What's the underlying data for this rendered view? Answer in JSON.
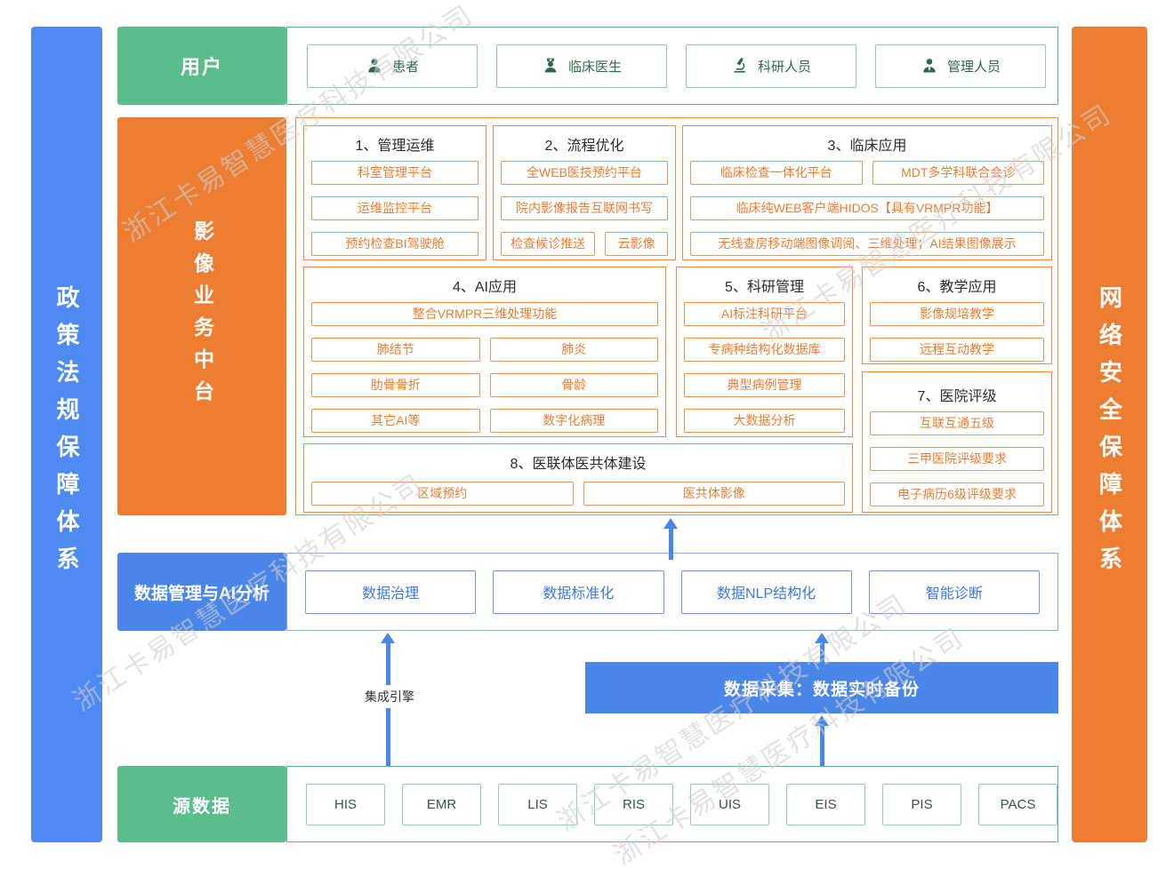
{
  "watermark": {
    "text": "浙江卡易智慧医疗科技有限公司"
  },
  "side_bars": {
    "left": "政策法规保障体系",
    "right": "网络安全保障体系"
  },
  "users": {
    "label": "用户",
    "items": [
      {
        "icon": "patient-icon",
        "label": "患者"
      },
      {
        "icon": "doctor-icon",
        "label": "临床医生"
      },
      {
        "icon": "researcher-icon",
        "label": "科研人员"
      },
      {
        "icon": "admin-icon",
        "label": "管理人员"
      }
    ]
  },
  "platform": {
    "label": "影像业务中台",
    "sections": [
      {
        "title": "1、管理运维",
        "rows": [
          [
            "科室管理平台"
          ],
          [
            "运维监控平台"
          ],
          [
            "预约检查BI驾驶舱"
          ]
        ]
      },
      {
        "title": "2、流程优化",
        "rows": [
          [
            "全WEB医技预约平台"
          ],
          [
            "院内影像报告互联网书写"
          ],
          [
            "检查候诊推送",
            "云影像"
          ]
        ]
      },
      {
        "title": "3、临床应用",
        "rows": [
          [
            "临床检查一体化平台",
            "MDT多学科联合会诊"
          ],
          [
            "临床纯WEB客户端HIDOS【具有VRMPR功能】"
          ],
          [
            "无线查房移动端图像调阅、三维处理；AI结果图像展示"
          ]
        ]
      },
      {
        "title": "4、AI应用",
        "rows": [
          [
            "整合VRMPR三维处理功能"
          ],
          [
            "肺结节",
            "肺炎"
          ],
          [
            "肋骨骨折",
            "骨龄"
          ],
          [
            "其它AI等",
            "数字化病理"
          ]
        ]
      },
      {
        "title": "5、科研管理",
        "rows": [
          [
            "AI标注科研平台"
          ],
          [
            "专病种结构化数据库"
          ],
          [
            "典型病例管理"
          ],
          [
            "大数据分析"
          ]
        ]
      },
      {
        "title": "6、教学应用",
        "rows": [
          [
            "影像规培教学"
          ],
          [
            "远程互动教学"
          ]
        ]
      },
      {
        "title": "7、医院评级",
        "rows": [
          [
            "互联互通五级"
          ],
          [
            "三甲医院评级要求"
          ],
          [
            "电子病历6级评级要求"
          ]
        ]
      },
      {
        "title": "8、医联体医共体建设",
        "rows": [
          [
            "区域预约",
            "医共体影像"
          ]
        ]
      }
    ]
  },
  "data_mgmt": {
    "label": "数据管理与AI分析",
    "items": [
      "数据治理",
      "数据标准化",
      "数据NLP结构化",
      "智能诊断"
    ]
  },
  "flows": {
    "integration_engine": "集成引擎",
    "data_collection": "数据采集：数据实时备份"
  },
  "source_data": {
    "label": "源数据",
    "items": [
      "HIS",
      "EMR",
      "LIS",
      "RIS",
      "UIS",
      "EIS",
      "PIS",
      "PACS"
    ]
  },
  "colors": {
    "green": "#5ABD8B",
    "orange": "#ED7D31",
    "blue": "#4A86E8",
    "watermark_gray": "#CFCFCF"
  }
}
